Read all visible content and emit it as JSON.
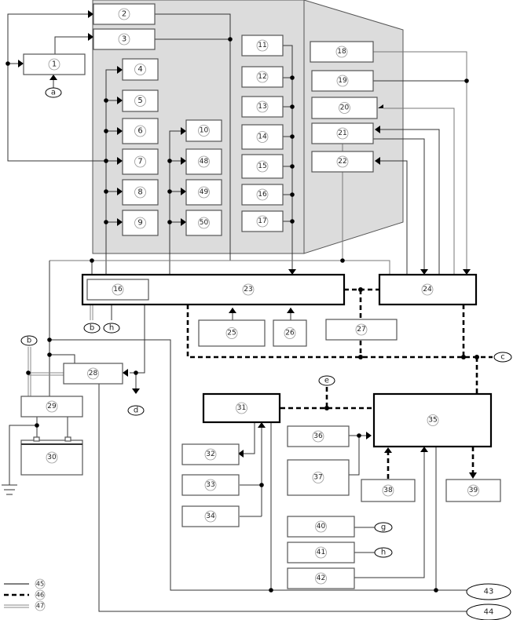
{
  "diagram": {
    "type": "block-wiring-diagram",
    "components": [
      {
        "id": "1",
        "label": "1"
      },
      {
        "id": "2",
        "label": "2"
      },
      {
        "id": "3",
        "label": "3"
      },
      {
        "id": "4",
        "label": "4"
      },
      {
        "id": "5",
        "label": "5"
      },
      {
        "id": "6",
        "label": "6"
      },
      {
        "id": "7",
        "label": "7"
      },
      {
        "id": "8",
        "label": "8"
      },
      {
        "id": "9",
        "label": "9"
      },
      {
        "id": "10",
        "label": "10"
      },
      {
        "id": "11",
        "label": "11"
      },
      {
        "id": "12",
        "label": "12"
      },
      {
        "id": "13",
        "label": "13"
      },
      {
        "id": "14",
        "label": "14"
      },
      {
        "id": "15",
        "label": "15"
      },
      {
        "id": "16",
        "label": "16"
      },
      {
        "id": "17",
        "label": "17"
      },
      {
        "id": "18",
        "label": "18"
      },
      {
        "id": "19",
        "label": "19"
      },
      {
        "id": "20",
        "label": "20"
      },
      {
        "id": "21",
        "label": "21"
      },
      {
        "id": "22",
        "label": "22"
      },
      {
        "id": "23",
        "label": "23"
      },
      {
        "id": "24",
        "label": "24"
      },
      {
        "id": "25",
        "label": "25"
      },
      {
        "id": "26",
        "label": "26"
      },
      {
        "id": "27",
        "label": "27"
      },
      {
        "id": "28",
        "label": "28"
      },
      {
        "id": "29",
        "label": "29"
      },
      {
        "id": "30",
        "label": "30"
      },
      {
        "id": "31",
        "label": "31"
      },
      {
        "id": "32",
        "label": "32"
      },
      {
        "id": "33",
        "label": "33"
      },
      {
        "id": "34",
        "label": "34"
      },
      {
        "id": "35",
        "label": "35"
      },
      {
        "id": "36",
        "label": "36"
      },
      {
        "id": "37",
        "label": "37"
      },
      {
        "id": "38",
        "label": "38"
      },
      {
        "id": "39",
        "label": "39"
      },
      {
        "id": "40",
        "label": "40"
      },
      {
        "id": "41",
        "label": "41"
      },
      {
        "id": "42",
        "label": "42"
      },
      {
        "id": "48",
        "label": "48"
      },
      {
        "id": "49",
        "label": "49"
      },
      {
        "id": "50",
        "label": "50"
      },
      {
        "id": "16b",
        "label": "16"
      }
    ],
    "connectors": {
      "a": "a",
      "b": "b",
      "c": "c",
      "d": "d",
      "e": "e",
      "g": "g",
      "h": "h"
    },
    "terminals": {
      "t43": "43",
      "t44": "44"
    },
    "legend": [
      {
        "style": "solid",
        "label": "45"
      },
      {
        "style": "dashed",
        "label": "46"
      },
      {
        "style": "double",
        "label": "47"
      }
    ]
  }
}
